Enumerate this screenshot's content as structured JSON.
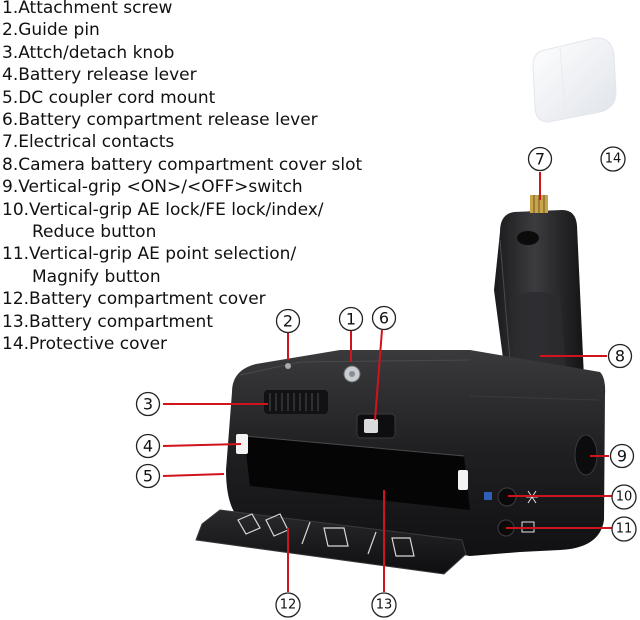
{
  "legend": [
    {
      "text": "1.Attachment screw"
    },
    {
      "text": "2.Guide pin"
    },
    {
      "text": "3.Attch/detach knob"
    },
    {
      "text": "4.Battery release lever"
    },
    {
      "text": "5.DC coupler cord mount"
    },
    {
      "text": "6.Battery compartment release lever"
    },
    {
      "text": "7.Electrical contacts"
    },
    {
      "text": "8.Camera battery compartment cover slot"
    },
    {
      "text": "9.Vertical-grip <ON>/<OFF>switch"
    },
    {
      "text": "10.Vertical-grip AE lock/FE lock/index/",
      "cont": "Reduce button"
    },
    {
      "text": "11.Vertical-grip AE point selection/",
      "cont": "Magnify button"
    },
    {
      "text": "12.Battery compartment cover"
    },
    {
      "text": "13.Battery compartment"
    },
    {
      "text": "14.Protective cover"
    }
  ],
  "callouts": [
    {
      "label": "1"
    },
    {
      "label": "2"
    },
    {
      "label": "3"
    },
    {
      "label": "4"
    },
    {
      "label": "5"
    },
    {
      "label": "6"
    },
    {
      "label": "7"
    },
    {
      "label": "8"
    },
    {
      "label": "9"
    },
    {
      "label": "10"
    },
    {
      "label": "11"
    },
    {
      "label": "12"
    },
    {
      "label": "13"
    },
    {
      "label": "14"
    }
  ],
  "colors": {
    "leader": "#d0141c",
    "body": "#1c1c1e"
  }
}
